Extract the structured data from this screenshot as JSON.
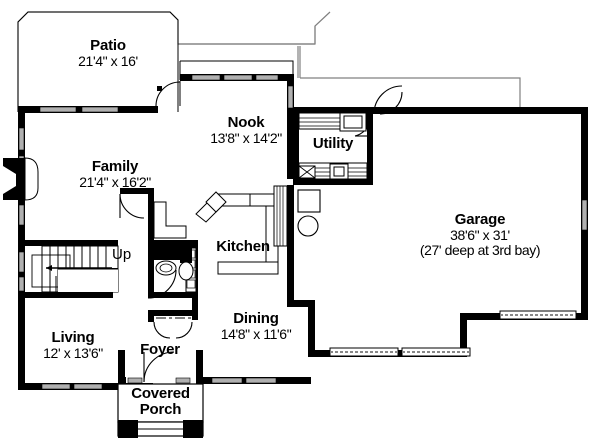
{
  "document": {
    "type": "residential-floor-plan",
    "level": "main-floor"
  },
  "rooms": [
    {
      "key": "patio",
      "name": "Patio",
      "dimensions": "21'4\" x 16'",
      "note": ""
    },
    {
      "key": "nook",
      "name": "Nook",
      "dimensions": "13'8\" x 14'2\"",
      "note": ""
    },
    {
      "key": "utility",
      "name": "Utility",
      "dimensions": "",
      "note": ""
    },
    {
      "key": "family",
      "name": "Family",
      "dimensions": "21'4\" x 16'2\"",
      "note": ""
    },
    {
      "key": "kitchen",
      "name": "Kitchen",
      "dimensions": "",
      "note": ""
    },
    {
      "key": "garage",
      "name": "Garage",
      "dimensions": "38'6\" x 31'",
      "note": "(27' deep at 3rd bay)"
    },
    {
      "key": "living",
      "name": "Living",
      "dimensions": "12' x 13'6\"",
      "note": ""
    },
    {
      "key": "foyer",
      "name": "Foyer",
      "dimensions": "",
      "note": ""
    },
    {
      "key": "dining",
      "name": "Dining",
      "dimensions": "14'8\" x 11'6\"",
      "note": ""
    },
    {
      "key": "porch",
      "name": "Covered",
      "dimensions": "",
      "note": "Porch"
    }
  ],
  "annotations": {
    "stair_direction": "Up"
  },
  "colors": {
    "wall": "#000000",
    "window": "#a8a8a8",
    "roof_line": "#808080",
    "fixture_line": "#000000",
    "background": "#ffffff"
  }
}
